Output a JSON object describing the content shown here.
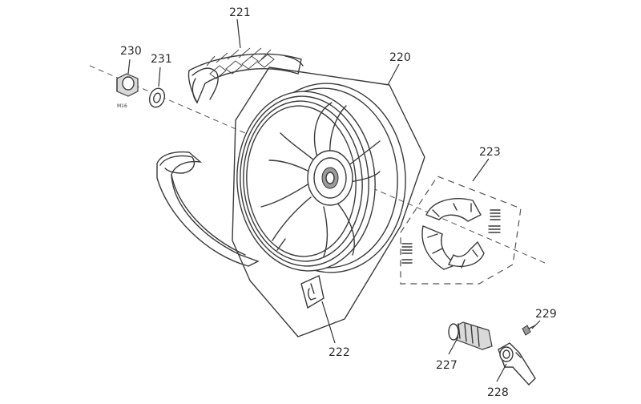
{
  "callouts": {
    "p221": "221",
    "p230": "230",
    "p231": "231",
    "p220": "220",
    "p223": "223",
    "p222": "222",
    "p229": "229",
    "p227": "227",
    "p228": "228"
  },
  "annotations": {
    "bolt_size": "M16"
  }
}
